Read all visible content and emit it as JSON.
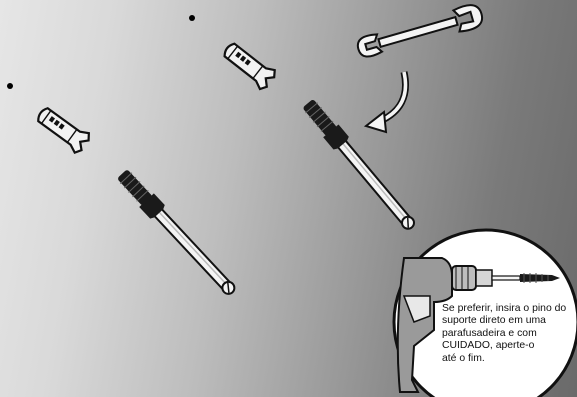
{
  "inset": {
    "lines": [
      "Se preferir, insira o pino do",
      "suporte direto em uma",
      "parafusadeira e com",
      "CUIDADO, aperte-o",
      "até o fim."
    ]
  },
  "icons": [
    "wrench-icon",
    "wall-plug-icon",
    "mounting-pin-icon",
    "curved-arrow-icon",
    "drill-icon",
    "screw-icon"
  ]
}
